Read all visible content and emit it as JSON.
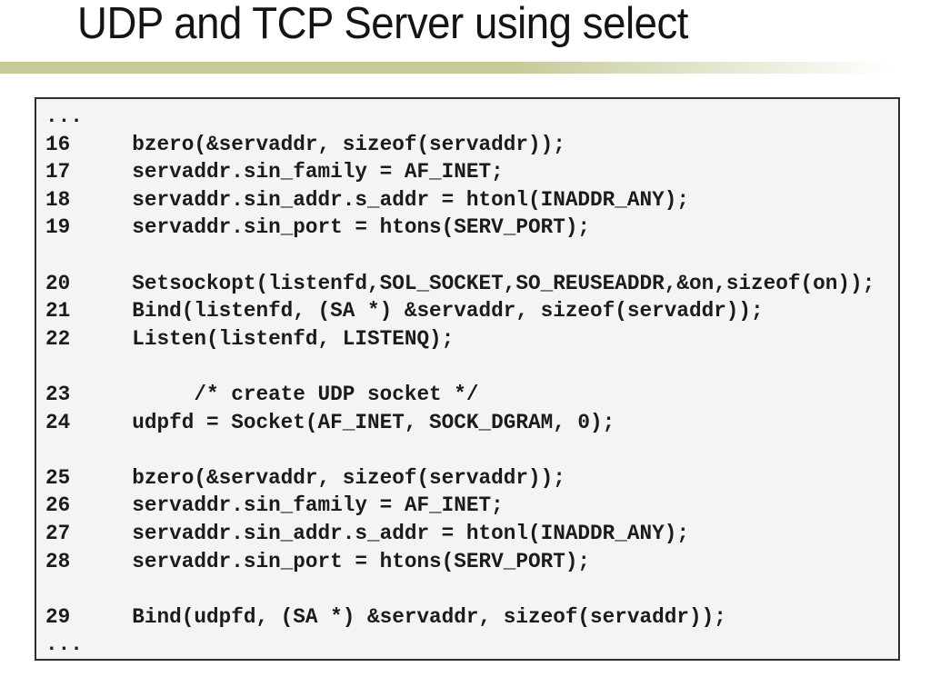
{
  "slide": {
    "title": "UDP and TCP Server using select",
    "title_color": "#141414",
    "background": "#ffffff",
    "accent_bar": {
      "color": "#c6ca98",
      "fade_color": "#ffffff"
    }
  },
  "code_panel": {
    "background": "#f4f4f4",
    "border_color": "#2e2e2e",
    "text_color": "#1b1b1b",
    "lines": [
      "...",
      "16     bzero(&servaddr, sizeof(servaddr));",
      "17     servaddr.sin_family = AF_INET;",
      "18     servaddr.sin_addr.s_addr = htonl(INADDR_ANY);",
      "19     servaddr.sin_port = htons(SERV_PORT);",
      "",
      "20     Setsockopt(listenfd,SOL_SOCKET,SO_REUSEADDR,&on,sizeof(on));",
      "21     Bind(listenfd, (SA *) &servaddr, sizeof(servaddr));",
      "22     Listen(listenfd, LISTENQ);",
      "",
      "23          /* create UDP socket */",
      "24     udpfd = Socket(AF_INET, SOCK_DGRAM, 0);",
      "",
      "25     bzero(&servaddr, sizeof(servaddr));",
      "26     servaddr.sin_family = AF_INET;",
      "27     servaddr.sin_addr.s_addr = htonl(INADDR_ANY);",
      "28     servaddr.sin_port = htons(SERV_PORT);",
      "",
      "29     Bind(udpfd, (SA *) &servaddr, sizeof(servaddr));",
      "..."
    ]
  }
}
